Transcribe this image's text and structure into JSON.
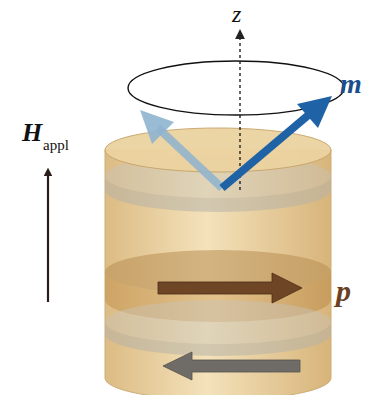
{
  "diagram": {
    "labels": [
      "z",
      "m",
      "H",
      "appl",
      "p"
    ]
  }
}
